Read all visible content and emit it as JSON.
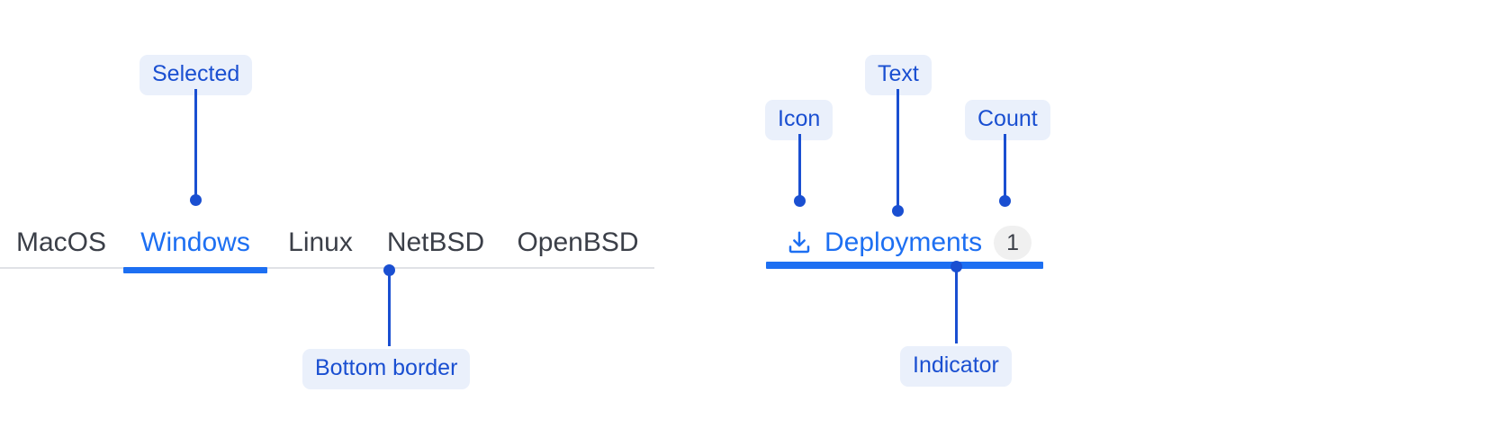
{
  "left_group": {
    "name": "os-tabs",
    "tabs": [
      {
        "label": "MacOS",
        "selected": false
      },
      {
        "label": "Windows",
        "selected": true
      },
      {
        "label": "Linux",
        "selected": false
      },
      {
        "label": "NetBSD",
        "selected": false
      },
      {
        "label": "OpenBSD",
        "selected": false
      }
    ],
    "annotations": [
      {
        "label": "Selected",
        "target": "selected-tab-label"
      },
      {
        "label": "Bottom border",
        "target": "tabgroup-bottom-border"
      }
    ]
  },
  "right_group": {
    "name": "deployments-tab",
    "tab": {
      "icon": "download-icon",
      "label": "Deployments",
      "count": "1",
      "selected": true
    },
    "annotations": [
      {
        "label": "Icon",
        "target": "download-icon"
      },
      {
        "label": "Text",
        "target": "deployments-label"
      },
      {
        "label": "Count",
        "target": "deployments-count"
      },
      {
        "label": "Indicator",
        "target": "deployments-indicator"
      }
    ]
  },
  "colors": {
    "accent_blue": "#1d6ff2",
    "annotation_blue": "#1a4fd1",
    "annotation_pill_bg": "#eaf0fb",
    "tab_text": "#3b3f48",
    "bottom_border": "#e0e2e6",
    "count_badge_bg": "#f0f0f0",
    "page_bg": "#ffffff"
  }
}
